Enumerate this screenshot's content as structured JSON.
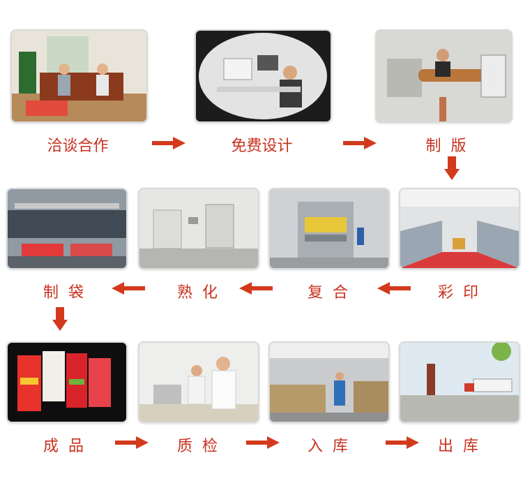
{
  "steps": [
    {
      "label": "洽谈合作",
      "image": "meeting-photo"
    },
    {
      "label": "免费设计",
      "image": "design-office-photo"
    },
    {
      "label": "制  版",
      "image": "plate-making-photo"
    },
    {
      "label": "彩  印",
      "image": "color-printing-photo"
    },
    {
      "label": "复  合",
      "image": "laminating-photo"
    },
    {
      "label": "熟  化",
      "image": "curing-room-photo"
    },
    {
      "label": "制  袋",
      "image": "bag-making-photo"
    },
    {
      "label": "成  品",
      "image": "finished-products-photo"
    },
    {
      "label": "质  检",
      "image": "quality-inspection-photo"
    },
    {
      "label": "入  库",
      "image": "warehouse-photo"
    },
    {
      "label": "出  库",
      "image": "shipping-photo"
    }
  ],
  "colors": {
    "accent": "#c8311f",
    "arrow": "#d33a1c"
  }
}
